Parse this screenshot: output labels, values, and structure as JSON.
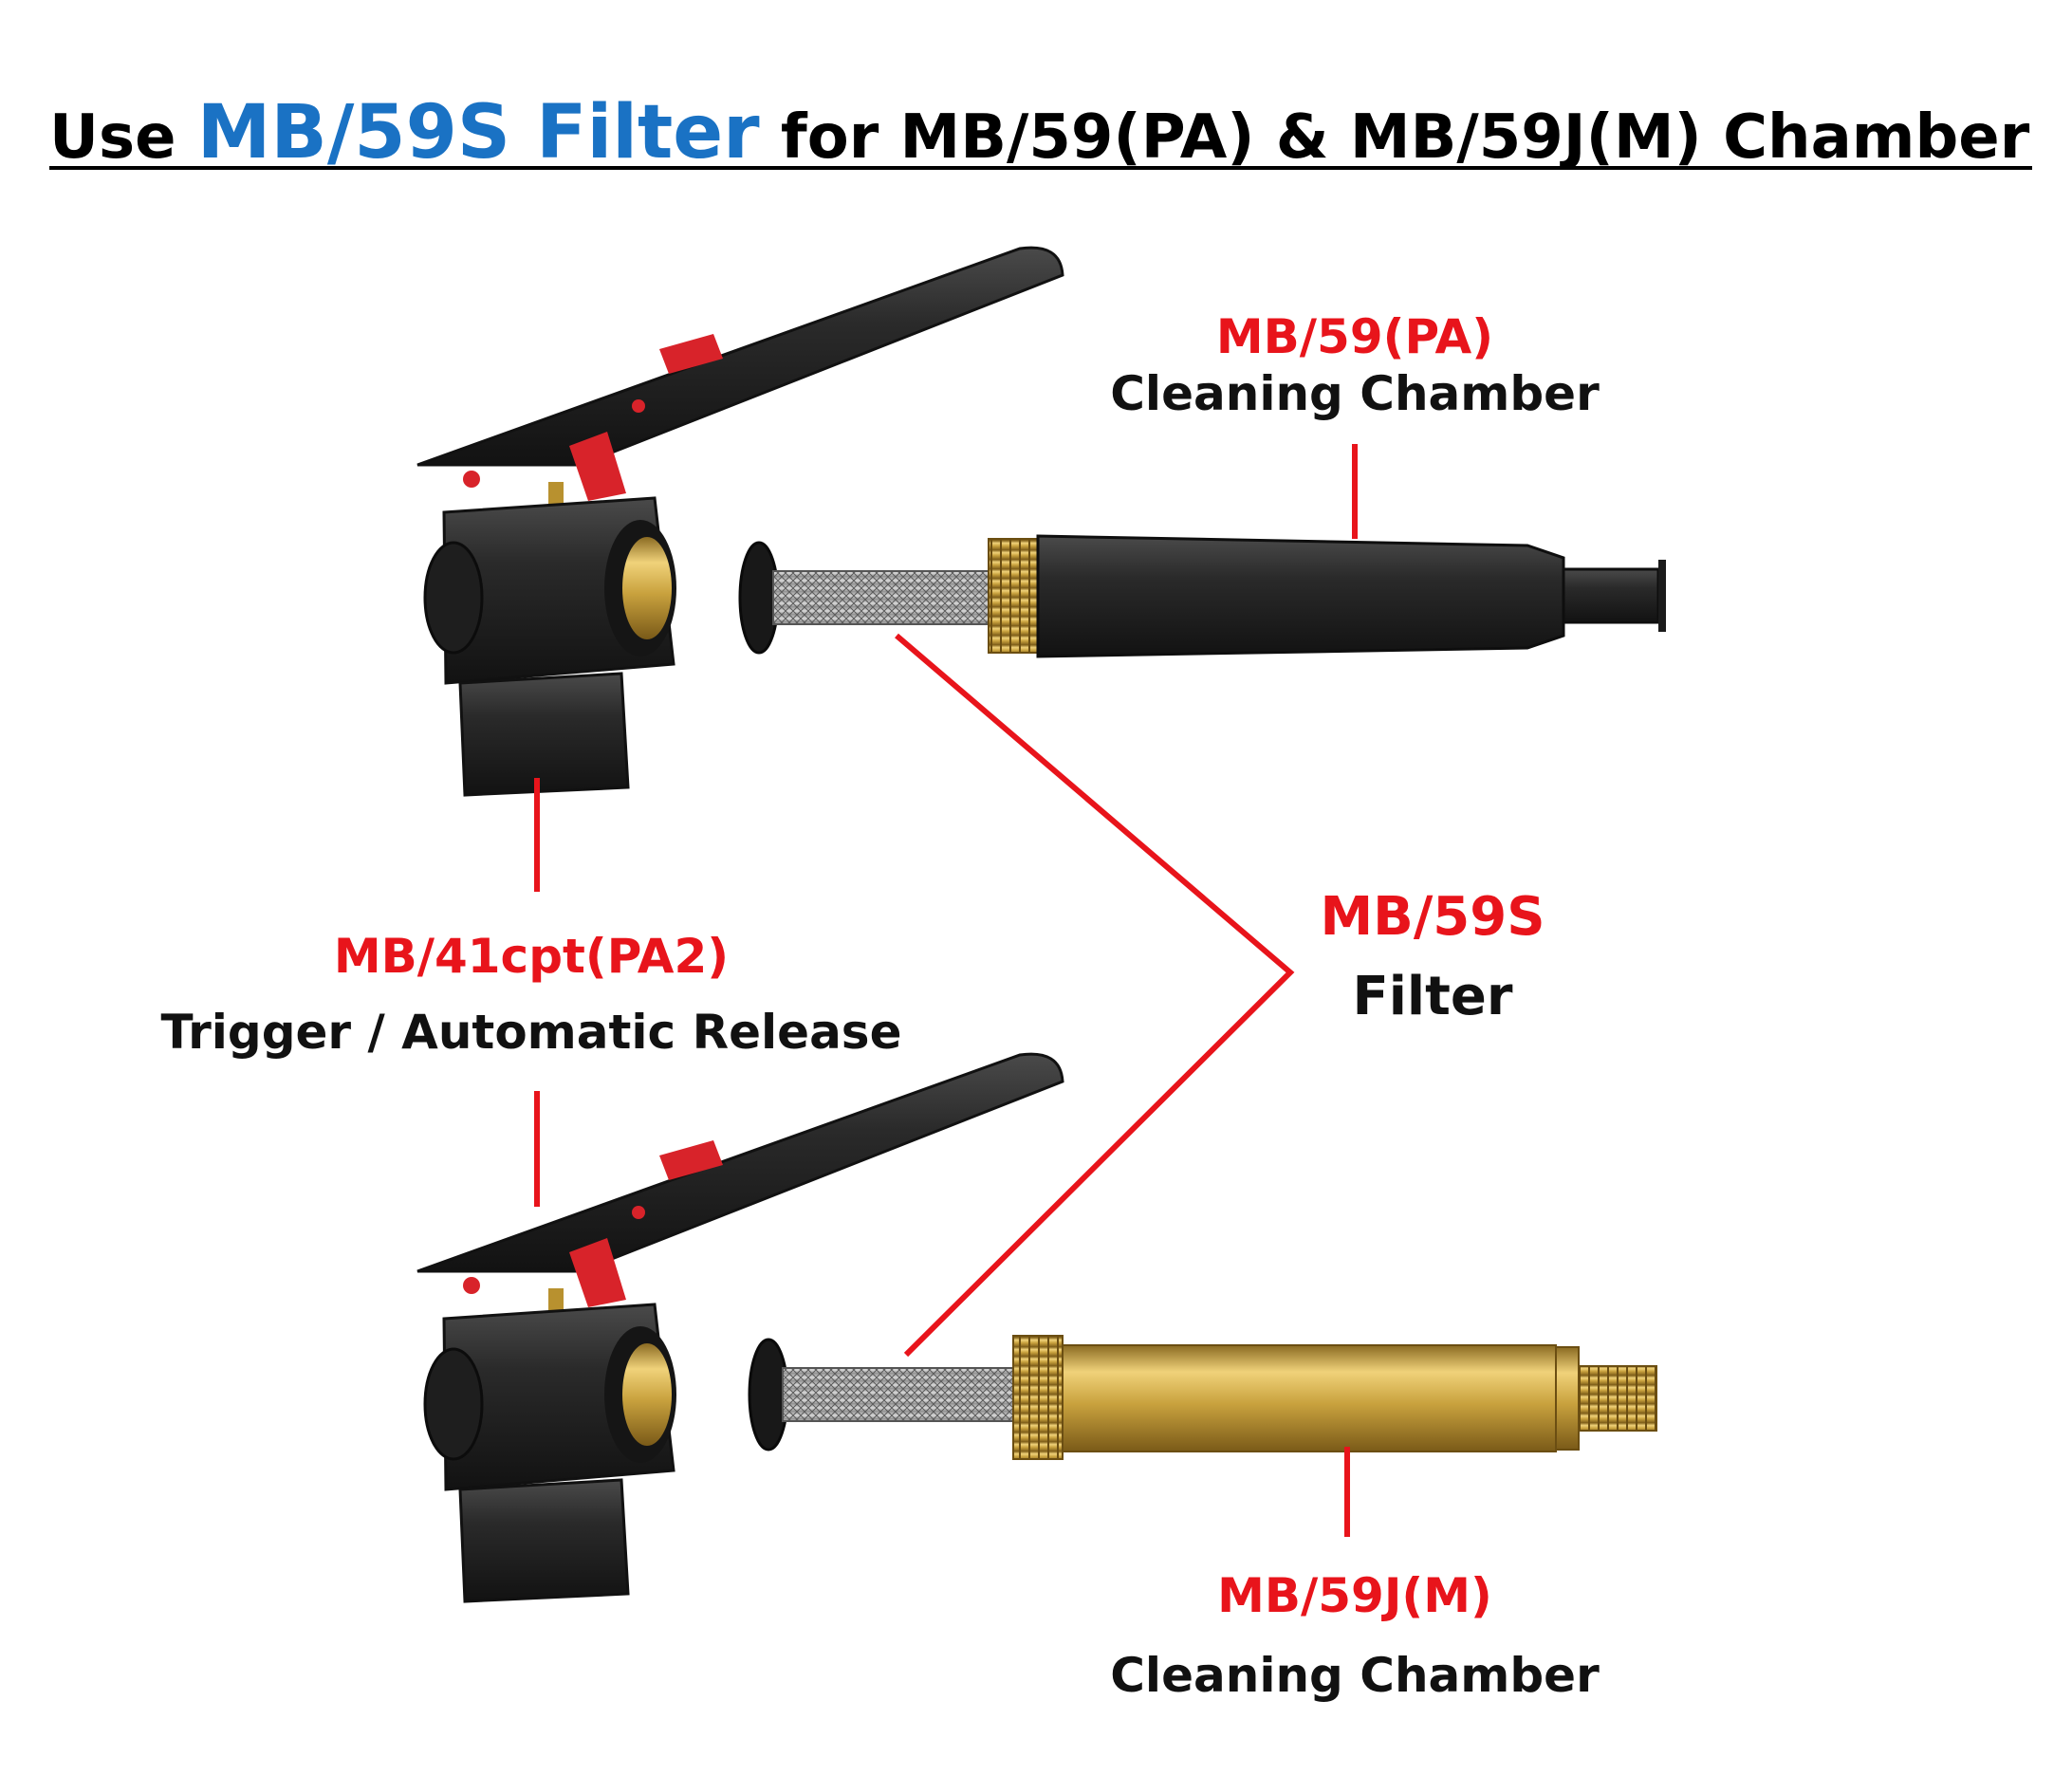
{
  "title": {
    "prefix": "Use ",
    "highlight": "MB/59S Filter",
    "suffix": " for MB/59(PA) & MB/59J(M) Chamber"
  },
  "labels": {
    "top_chamber": {
      "code": "MB/59(PA)",
      "name": "Cleaning Chamber"
    },
    "filter": {
      "code": "MB/59S",
      "name": "Filter"
    },
    "trigger": {
      "code": "MB/41cpt(PA2)",
      "name": "Trigger / Automatic Release"
    },
    "bottom_chamber": {
      "code": "MB/59J(M)",
      "name": "Cleaning Chamber"
    }
  },
  "colors": {
    "accent_blue": "#1a72c4",
    "label_red": "#e8141b",
    "leader_red": "#e8141b",
    "brass": "#c9a23e",
    "body_black": "#262626"
  }
}
